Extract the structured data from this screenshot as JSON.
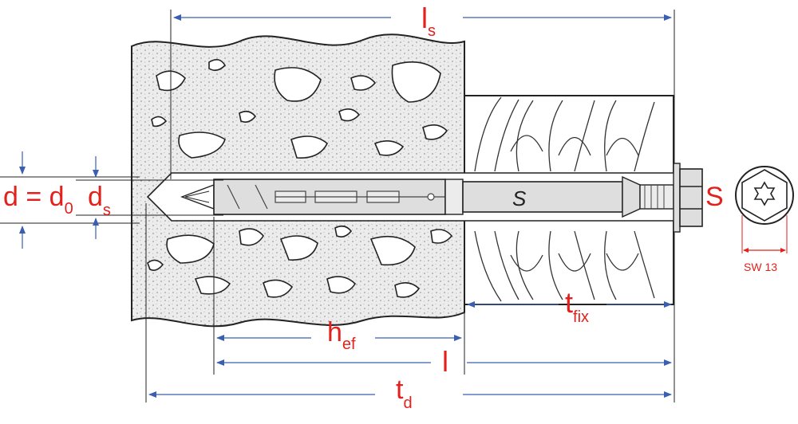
{
  "colors": {
    "label": "#e2211c",
    "dimension_line": "#3a5fb0",
    "outline": "#222222",
    "fill_gray": "#dedede"
  },
  "labels": {
    "ls": {
      "main": "l",
      "sub": "s"
    },
    "tfix": {
      "main": "t",
      "sub": "fix"
    },
    "hef": {
      "main": "h",
      "sub": "ef"
    },
    "l": {
      "main": "l"
    },
    "td": {
      "main": "t",
      "sub": "d"
    },
    "d_eq": {
      "main": "d = d",
      "sub": "0"
    },
    "ds": {
      "main": "d",
      "sub": "s"
    },
    "s_head": "S",
    "sw": "SW 13",
    "anchor_mark": "S"
  }
}
